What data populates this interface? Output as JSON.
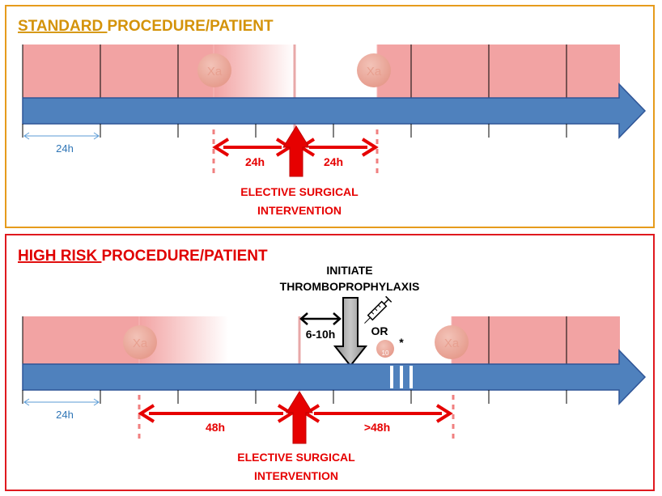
{
  "standard": {
    "title_prefix": "STANDARD ",
    "title_suffix": "PROCEDURE/PATIENT",
    "scale_label": "24h",
    "pre_label": "24h",
    "post_label": "24h",
    "pill_label": "Xa",
    "intervention_line1": "ELECTIVE SURGICAL",
    "intervention_line2": "INTERVENTION"
  },
  "high_risk": {
    "title_prefix": "HIGH RISK ",
    "title_suffix": "PROCEDURE/PATIENT",
    "scale_label": "24h",
    "pre_label": "48h",
    "post_label": ">48h",
    "initiate_line1": "INITIATE",
    "initiate_line2": "THROMBOPROPHYLAXIS",
    "initiate_delay": "6-10h",
    "or_label": "OR",
    "asterisk": "*",
    "pill_label": "Xa",
    "small_pill_label": "10",
    "intervention_line1": "ELECTIVE SURGICAL",
    "intervention_line2": "INTERVENTION"
  },
  "colors": {
    "standard_border": "#e69b1c",
    "standard_title": "#d4930a",
    "high_risk_border": "#e0191f",
    "high_risk_title": "#e00000",
    "timeline": "#4f81bd",
    "anticoag_band": "#f2a3a3",
    "arrow_red": "#e60000"
  }
}
